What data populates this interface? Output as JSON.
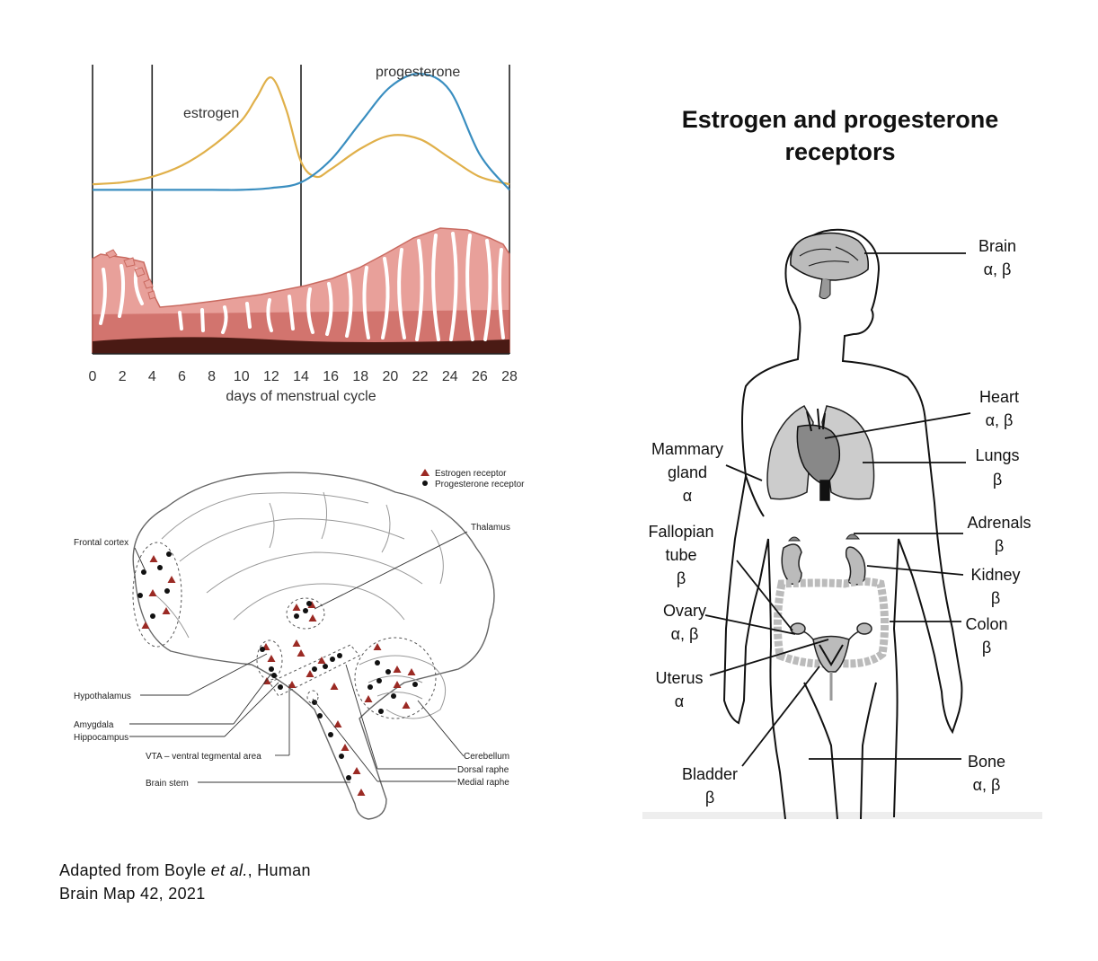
{
  "cycle_chart": {
    "hormone_labels": {
      "estrogen": "estrogen",
      "progesterone": "progesterone"
    },
    "x_axis_label": "days of menstrual cycle",
    "x_ticks": [
      "0",
      "2",
      "4",
      "6",
      "8",
      "10",
      "12",
      "14",
      "16",
      "18",
      "20",
      "22",
      "24",
      "26",
      "28"
    ],
    "colors": {
      "estrogen": "#e0b04a",
      "progesterone": "#3a8ec0",
      "endometrium": "#e8a09a",
      "endometrium_base": "#4a1a14"
    }
  },
  "chart_data": {
    "type": "line",
    "xlabel": "days of menstrual cycle",
    "ylabel": "",
    "xlim": [
      0,
      28
    ],
    "x_ticks": [
      0,
      2,
      4,
      6,
      8,
      10,
      12,
      14,
      16,
      18,
      20,
      22,
      24,
      26,
      28
    ],
    "phase_lines_days": [
      0,
      4,
      14,
      28
    ],
    "series": [
      {
        "name": "estrogen",
        "x": [
          0,
          2,
          4,
          6,
          8,
          10,
          11,
          12,
          13,
          14,
          15,
          16,
          18,
          20,
          22,
          24,
          26,
          28
        ],
        "y": [
          1.0,
          1.1,
          1.4,
          2.0,
          3.0,
          4.4,
          5.6,
          6.7,
          5.0,
          2.2,
          1.4,
          1.8,
          2.9,
          3.6,
          3.4,
          2.4,
          1.4,
          1.0
        ]
      },
      {
        "name": "progesterone",
        "x": [
          0,
          2,
          4,
          6,
          8,
          10,
          12,
          14,
          16,
          18,
          20,
          22,
          24,
          26,
          28
        ],
        "y": [
          0.7,
          0.7,
          0.7,
          0.7,
          0.7,
          0.7,
          0.8,
          1.1,
          2.3,
          4.3,
          6.2,
          6.9,
          6.0,
          2.6,
          0.7
        ]
      }
    ]
  },
  "brain_map": {
    "legend": {
      "estrogen": "Estrogen receptor",
      "progesterone": "Progesterone receptor"
    },
    "labels": {
      "frontal_cortex": "Frontal cortex",
      "thalamus": "Thalamus",
      "hypothalamus": "Hypothalamus",
      "amygdala": "Amygdala",
      "hippocampus": "Hippocampus",
      "vta": "VTA – ventral tegmental area",
      "brain_stem": "Brain stem",
      "cerebellum": "Cerebellum",
      "dorsal_raphe": "Dorsal raphe",
      "medial_raphe": "Medial raphe"
    },
    "colors": {
      "estrogen_marker": "#9b2a24",
      "progesterone_marker": "#111111"
    }
  },
  "right_title": "Estrogen and progesterone receptors",
  "body_map": {
    "organs": {
      "brain": {
        "name": "Brain",
        "receptors": "α, β"
      },
      "heart": {
        "name": "Heart",
        "receptors": "α, β"
      },
      "lungs": {
        "name": "Lungs",
        "receptors": "β"
      },
      "mammary": {
        "name1": "Mammary",
        "name2": "gland",
        "receptors": "α"
      },
      "adrenals": {
        "name": "Adrenals",
        "receptors": "β"
      },
      "fallopian": {
        "name1": "Fallopian",
        "name2": "tube",
        "receptors": "β"
      },
      "kidney": {
        "name": "Kidney",
        "receptors": "β"
      },
      "ovary": {
        "name": "Ovary",
        "receptors": "α, β"
      },
      "colon": {
        "name": "Colon",
        "receptors": "β"
      },
      "uterus": {
        "name": "Uterus",
        "receptors": "α"
      },
      "bladder": {
        "name": "Bladder",
        "receptors": "β"
      },
      "bone": {
        "name": "Bone",
        "receptors": "α, β"
      }
    }
  },
  "citation": {
    "line1_prefix": "Adapted from Boyle ",
    "line1_italic": "et al.",
    "line1_suffix": ", Human",
    "line2": "Brain Map 42, 2021"
  }
}
